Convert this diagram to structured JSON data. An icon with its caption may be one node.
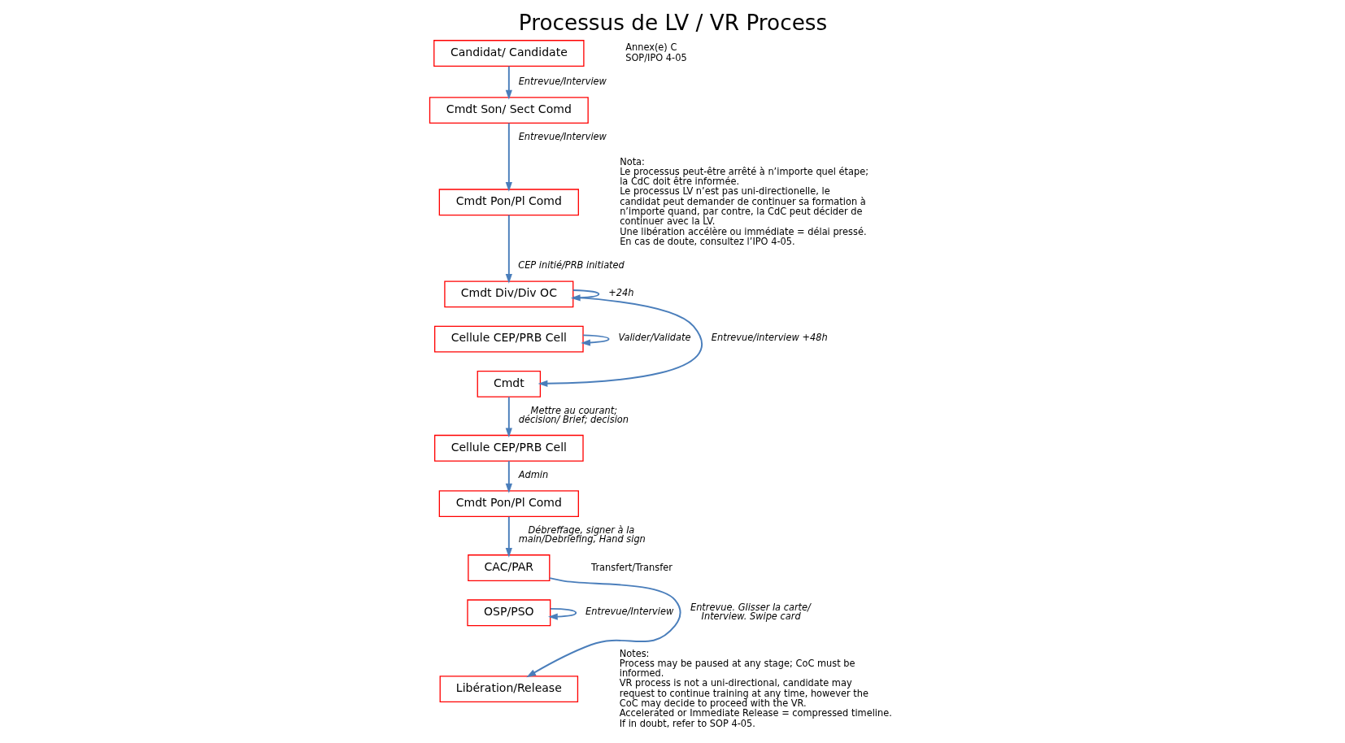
{
  "diagram": {
    "title": "Processus de LV / VR Process",
    "nodes": [
      {
        "text": [
          "Candidat/ Candidate"
        ]
      },
      {
        "text": [
          "Cmdt Son/ Sect Comd"
        ]
      },
      {
        "text": [
          "Cmdt Pon/Pl Comd"
        ]
      },
      {
        "text": [
          "Cmdt Div/Div OC"
        ]
      },
      {
        "text": [
          "Cellule CEP/PRB Cell"
        ]
      },
      {
        "text": [
          "Cmdt"
        ]
      },
      {
        "text": [
          "Cellule CEP/PRB Cell"
        ]
      },
      {
        "text": [
          "Cmdt Pon/Pl Comd"
        ]
      },
      {
        "text": [
          "CAC/PAR"
        ]
      },
      {
        "text": [
          "OSP/PSO"
        ]
      },
      {
        "text": [
          "Libération/Release"
        ]
      }
    ],
    "edges": [
      {
        "from": 0,
        "to": 1,
        "arrow": "to",
        "label": "Entrevue/Interview"
      },
      {
        "from": 1,
        "to": 2,
        "arrow": "to",
        "label": "Entrevue/Interview"
      },
      {
        "from": 2,
        "to": 3,
        "arrow": "to",
        "label": "CEP initié/PRB initiated"
      },
      {
        "from": 3,
        "to": 3,
        "arrow": "to",
        "label": "+24h"
      },
      {
        "from": 4,
        "to": 4,
        "arrow": "to",
        "label": "Valider/Validate"
      },
      {
        "from": 3,
        "to": 5,
        "arrow": "to",
        "label": "Entrevue/interview +48h"
      },
      {
        "from": 5,
        "to": 6,
        "arrow": "to",
        "label": "Mettre au courant;  décision/ Brief; decision"
      },
      {
        "from": 6,
        "to": 7,
        "arrow": "to",
        "label": "Admin"
      },
      {
        "from": 7,
        "to": 8,
        "arrow": "to",
        "label": "Débreffage, signer à la main/Debriefing, Hand sign"
      },
      {
        "from": 8,
        "to": 10,
        "arrow": "to",
        "label": "Entrevue. Glisser la carte/ Interview. Swipe card"
      },
      {
        "from": 9,
        "to": 9,
        "arrow": "to",
        "label": "Entrevue/Interview"
      }
    ],
    "labels": [
      "Annex(e) C",
      "SOP/IPO 4-05",
      "Nota:",
      "Le processus peut-être arrêté à n’importe quel étape; la CdC doit être informée.",
      "Le processus LV n’est pas uni-directionelle, le candidat peut demander de continuer sa formation à n’importe quand, par contre, la CdC peut décider de continuer avec la LV.",
      "Une libération accélère ou immédiate = délai pressé.",
      "En cas de doute, consultez l’IPO 4-05.",
      "Transfert/Transfer",
      "Notes:",
      "Process may be paused at any stage; CoC must be informed.",
      "VR process is not a uni-directional, candidate may request to continue training at any time, however the CoC may decide to proceed with the VR.",
      "Accelerated or Immediate Release = compressed timeline.",
      "If in doubt, refer to SOP 4-05."
    ]
  }
}
